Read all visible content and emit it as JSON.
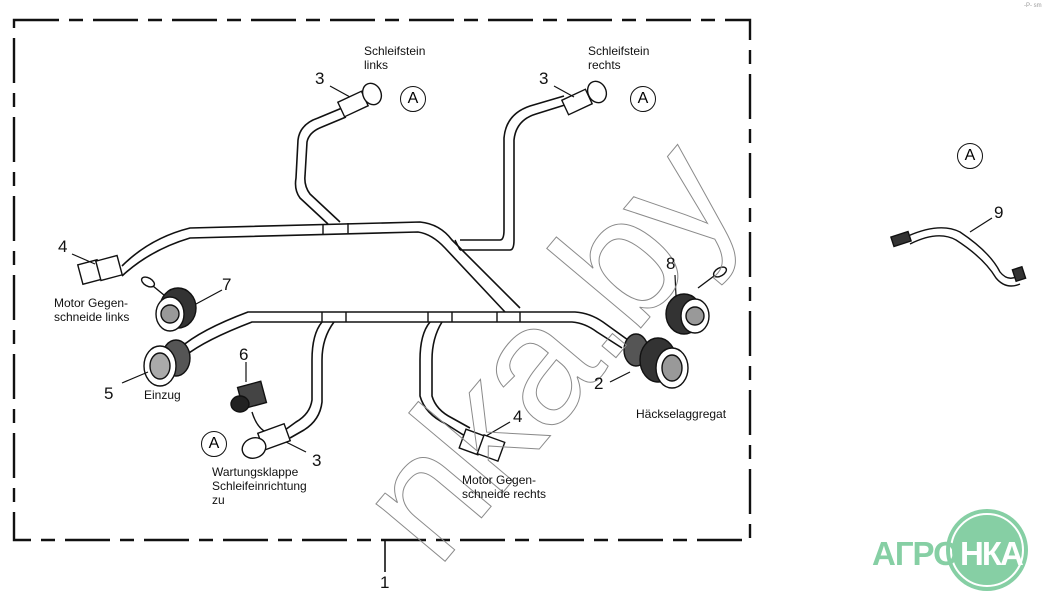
{
  "diagram": {
    "title_number": "1",
    "detail_marker": "A",
    "callouts": [
      {
        "id": "3-left",
        "number": "3",
        "label": "Schleifstein\nlinks",
        "label_lines": [
          "Schleifstein",
          "links"
        ],
        "detail": "A"
      },
      {
        "id": "3-right",
        "number": "3",
        "label_lines": [
          "Schleifstein",
          "rechts"
        ],
        "detail": "A"
      },
      {
        "id": "4-left",
        "number": "4",
        "label_lines": [
          "Motor Gegen-",
          "schneide links"
        ]
      },
      {
        "id": "7",
        "number": "7",
        "label_lines": []
      },
      {
        "id": "5",
        "number": "5",
        "label_lines": [
          "Einzug"
        ]
      },
      {
        "id": "6",
        "number": "6",
        "label_lines": []
      },
      {
        "id": "3-bottom",
        "number": "3",
        "label_lines": [
          "Wartungsklappe",
          "Schleifeinrichtung",
          "zu"
        ],
        "detail": "A"
      },
      {
        "id": "4-right",
        "number": "4",
        "label_lines": [
          "Motor Gegen-",
          "schneide rechts"
        ]
      },
      {
        "id": "8",
        "number": "8",
        "label_lines": []
      },
      {
        "id": "2",
        "number": "2",
        "label_lines": [
          "Häckselaggregat"
        ]
      },
      {
        "id": "9",
        "number": "9",
        "label_lines": [],
        "detail_group": "A"
      }
    ],
    "assembly_number": "1"
  },
  "watermark": {
    "text": "nka.by"
  },
  "logo": {
    "left_text": "АГРО",
    "right_text": "НКА",
    "color": "#86cfa4"
  },
  "corner_mark": "-P- sm"
}
